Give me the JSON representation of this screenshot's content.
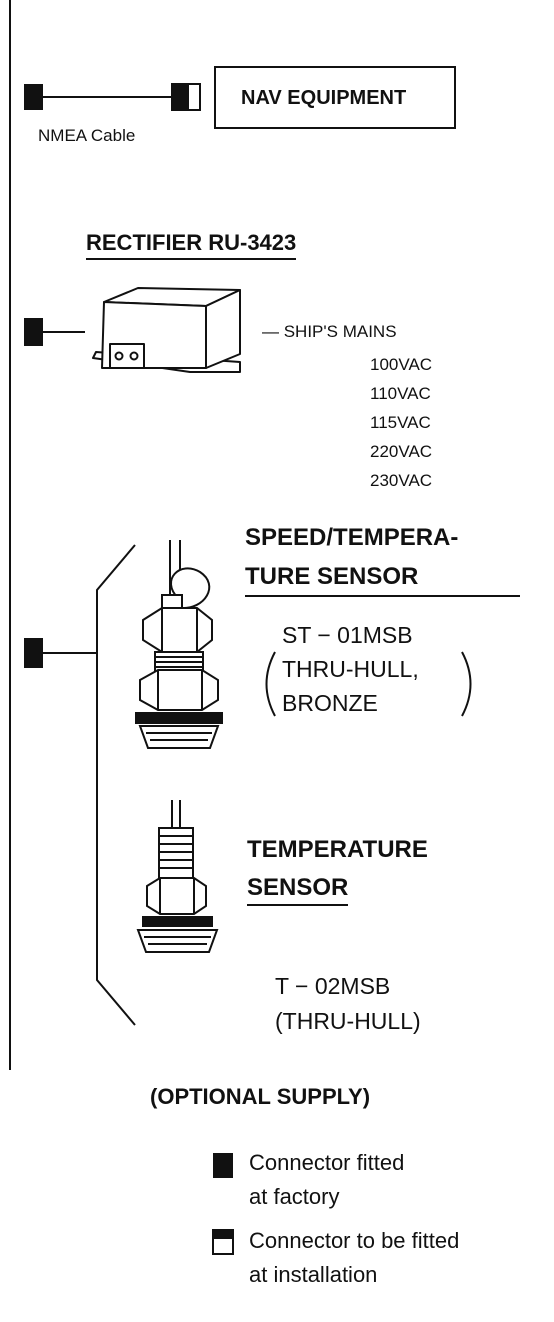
{
  "nav": {
    "cable_label": "NMEA Cable",
    "equipment_label": "NAV EQUIPMENT"
  },
  "rectifier": {
    "title": "RECTIFIER RU-3423",
    "mains_label": "— SHIP'S MAINS",
    "voltages": [
      "100VAC",
      "110VAC",
      "115VAC",
      "220VAC",
      "230VAC"
    ]
  },
  "speed_sensor": {
    "title_line1": "SPEED/TEMPERA-",
    "title_line2": "TURE SENSOR",
    "model": "ST − 01MSB",
    "desc_line1": "THRU-HULL,",
    "desc_line2": "BRONZE"
  },
  "temp_sensor": {
    "title_line1": "TEMPERATURE",
    "title_line2": "SENSOR",
    "model": "T − 02MSB",
    "desc": "(THRU-HULL)"
  },
  "optional_label": "(OPTIONAL SUPPLY)",
  "legend": {
    "factory_line1": "Connector  fitted",
    "factory_line2": "at factory",
    "install_line1": "Connector to be fitted",
    "install_line2": "at installation"
  }
}
